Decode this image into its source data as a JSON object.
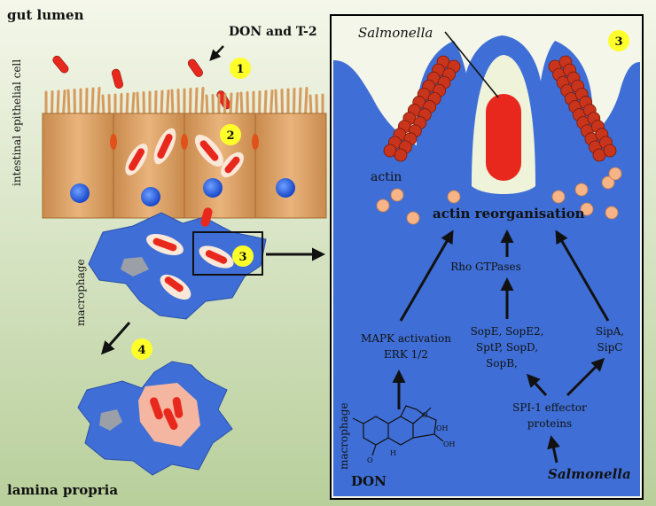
{
  "colors": {
    "background_top": "#f3f6e8",
    "background_bottom": "#bcd2a0",
    "membrane_blue": "#3f6fd6",
    "cell_tan": "#dba36b",
    "bacteria_red": "#e8281c",
    "actin_dark": "#c8341c",
    "actin_light": "#f7b487",
    "badge_yellow": "#ffff2a"
  },
  "labels": {
    "gut_lumen": "gut lumen",
    "don_t2": "DON and T-2",
    "intestinal_cell": "intestinal epithelial cell",
    "macrophage_left": "macrophage",
    "lamina_propria": "lamina propria"
  },
  "badges": {
    "b1": "1",
    "b2": "2",
    "b3_left": "3",
    "b3_panel": "3",
    "b4": "4"
  },
  "panel": {
    "salmonella_top": "Salmonella",
    "actin": "actin",
    "actin_reorganisation": "actin reorganisation",
    "rho_gtpases": "Rho GTPases",
    "mapk_line1": "MAPK activation",
    "mapk_line2": "ERK 1/2",
    "sop_line1": "SopE, SopE2,",
    "sop_line2": "SptP, SopD,",
    "sop_line3": "SopB,",
    "sip_line1": "SipA,",
    "sip_line2": "SipC",
    "spi_line1": "SPI-1 effector",
    "spi_line2": "proteins",
    "don": "DON",
    "salmonella_bottom": "Salmonella",
    "macrophage_side": "macrophage"
  }
}
